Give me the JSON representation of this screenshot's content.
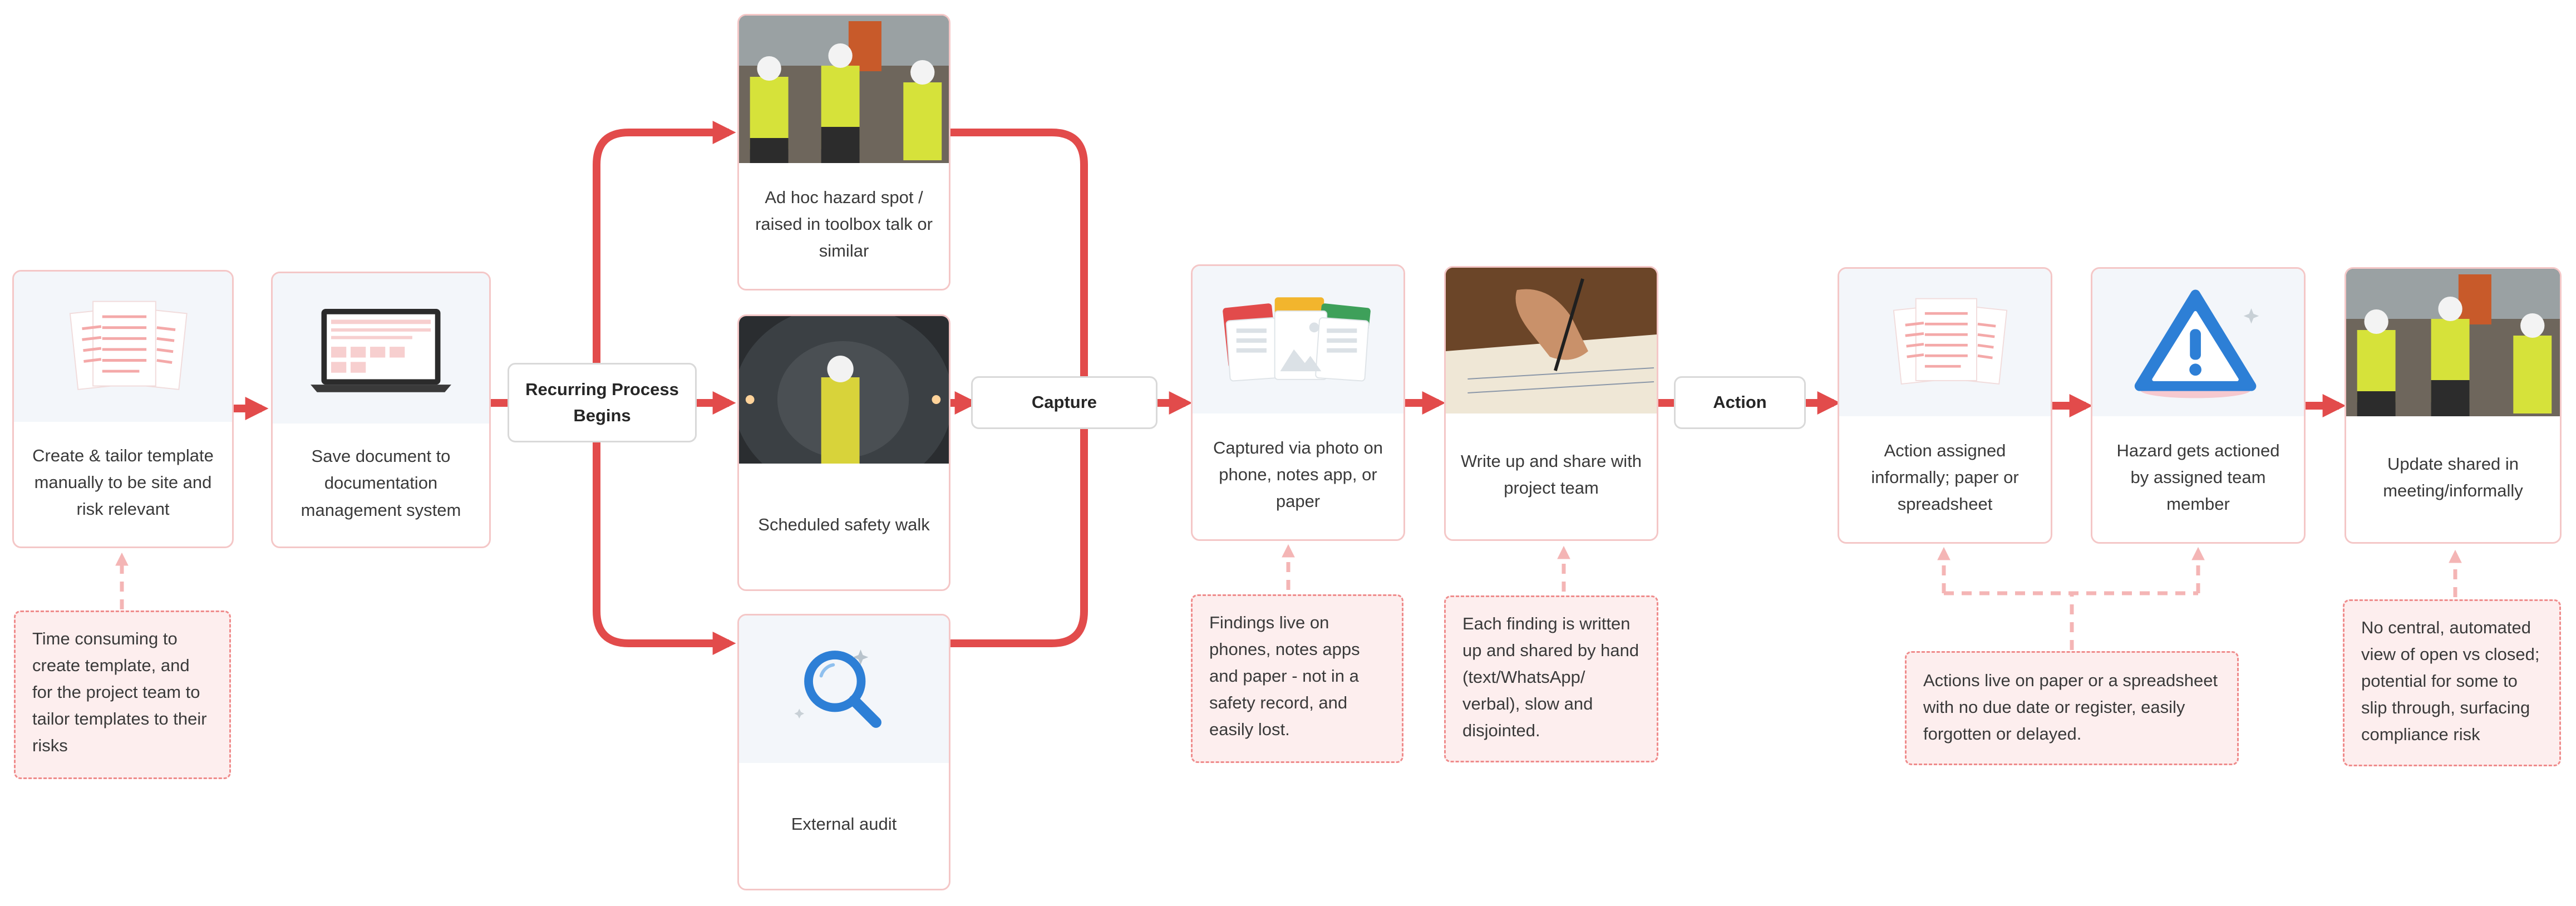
{
  "steps": {
    "create_template": "Create & tailor template manually to be site and risk relevant",
    "save_document": "Save document to documentation management system",
    "ad_hoc_spot": "Ad hoc hazard spot / raised in toolbox talk or similar",
    "safety_walk": "Scheduled safety walk",
    "external_audit": "External audit",
    "captured_via_photo": "Captured via photo on phone, notes app, or paper",
    "write_up_share": "Write up and share with project team",
    "action_assigned": "Action assigned informally; paper or spreadsheet",
    "hazard_actioned": "Hazard gets actioned by assigned team member",
    "update_shared": "Update shared in meeting/informally"
  },
  "stages": {
    "recurring_process": "Recurring Process Begins",
    "capture": "Capture",
    "action": "Action"
  },
  "notes": {
    "template_time": "Time consuming to create template, and for the project team to tailor templates to their risks",
    "findings_live": "Findings live on phones, notes apps and paper - not in a safety record, and easily lost.",
    "finding_by_hand": "Each finding is written up and shared by hand (text/WhatsApp/ verbal), slow and disjointed.",
    "actions_live": "Actions live on paper or a spreadsheet with no due date or register, easily forgotten or delayed.",
    "no_central_view": "No central, automated view of open vs closed; potential for some to slip through, surfacing compliance risk"
  },
  "colors": {
    "arrow": "#e24b4b",
    "card_border": "#f4c7c7",
    "stage_border": "#d9d9d9",
    "note_border": "#ef8b8b",
    "note_fill": "#fdeeee",
    "dashed_connector": "#f4b5b5",
    "icon_blue": "#2d7fd6"
  },
  "icons": {
    "create_template": "documents-icon",
    "save_document": "laptop-icon",
    "ad_hoc_spot": "construction-workers-photo",
    "safety_walk": "tunnel-inspection-photo",
    "external_audit": "magnifier-icon",
    "captured_via_photo": "photo-notes-icon",
    "write_up_share": "handwriting-photo",
    "action_assigned": "documents-icon",
    "hazard_actioned": "warning-icon",
    "update_shared": "construction-workers-photo"
  }
}
